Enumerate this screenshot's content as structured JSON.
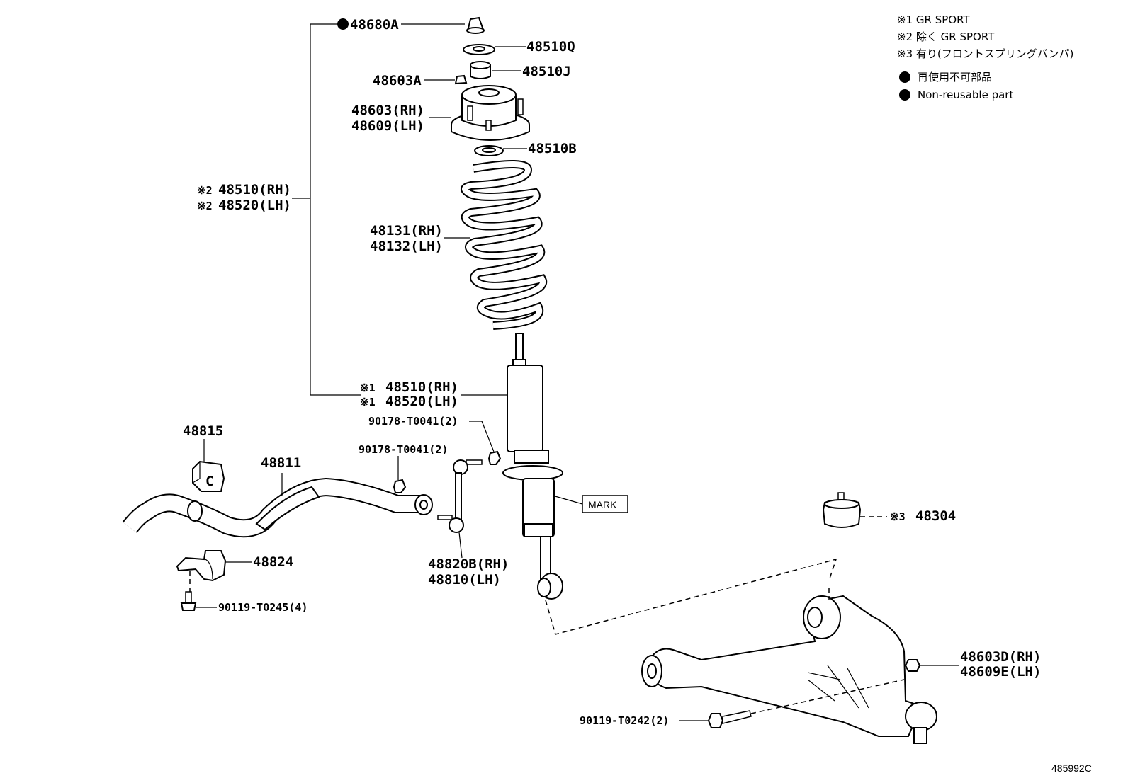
{
  "legend": {
    "note1": "※1 GR SPORT",
    "note2": "※2 除く GR SPORT",
    "note3": "※3 有り(フロントスプリングバンパ)",
    "nonreusable_jp": "再使用不可部品",
    "nonreusable_en": "Non-reusable part"
  },
  "parts": {
    "p48680A": "48680A",
    "p48510Q": "48510Q",
    "p48510J": "48510J",
    "p48603A": "48603A",
    "p48603rh": "48603(RH)",
    "p48609lh": "48609(LH)",
    "p48510B": "48510B",
    "sub2_rh": "48510(RH)",
    "sub2_lh": "48520(LH)",
    "mark2": "※2",
    "p48131rh": "48131(RH)",
    "p48132lh": "48132(LH)",
    "sub1_rh": "48510(RH)",
    "sub1_lh": "48520(LH)",
    "mark1": "※1",
    "nut_a": "90178-T0041(2)",
    "nut_b": "90178-T0041(2)",
    "p48815": "48815",
    "p48811": "48811",
    "p48824": "48824",
    "bolt_a": "90119-T0245(4)",
    "p48820B": "48820B(RH)",
    "p48810": "48810(LH)",
    "mark_box": "MARK",
    "mark3": "※3",
    "p48304": "48304",
    "p48603D": "48603D(RH)",
    "p48609E": "48609E(LH)",
    "bolt_b": "90119-T0242(2)"
  },
  "ref_code": "485992C"
}
